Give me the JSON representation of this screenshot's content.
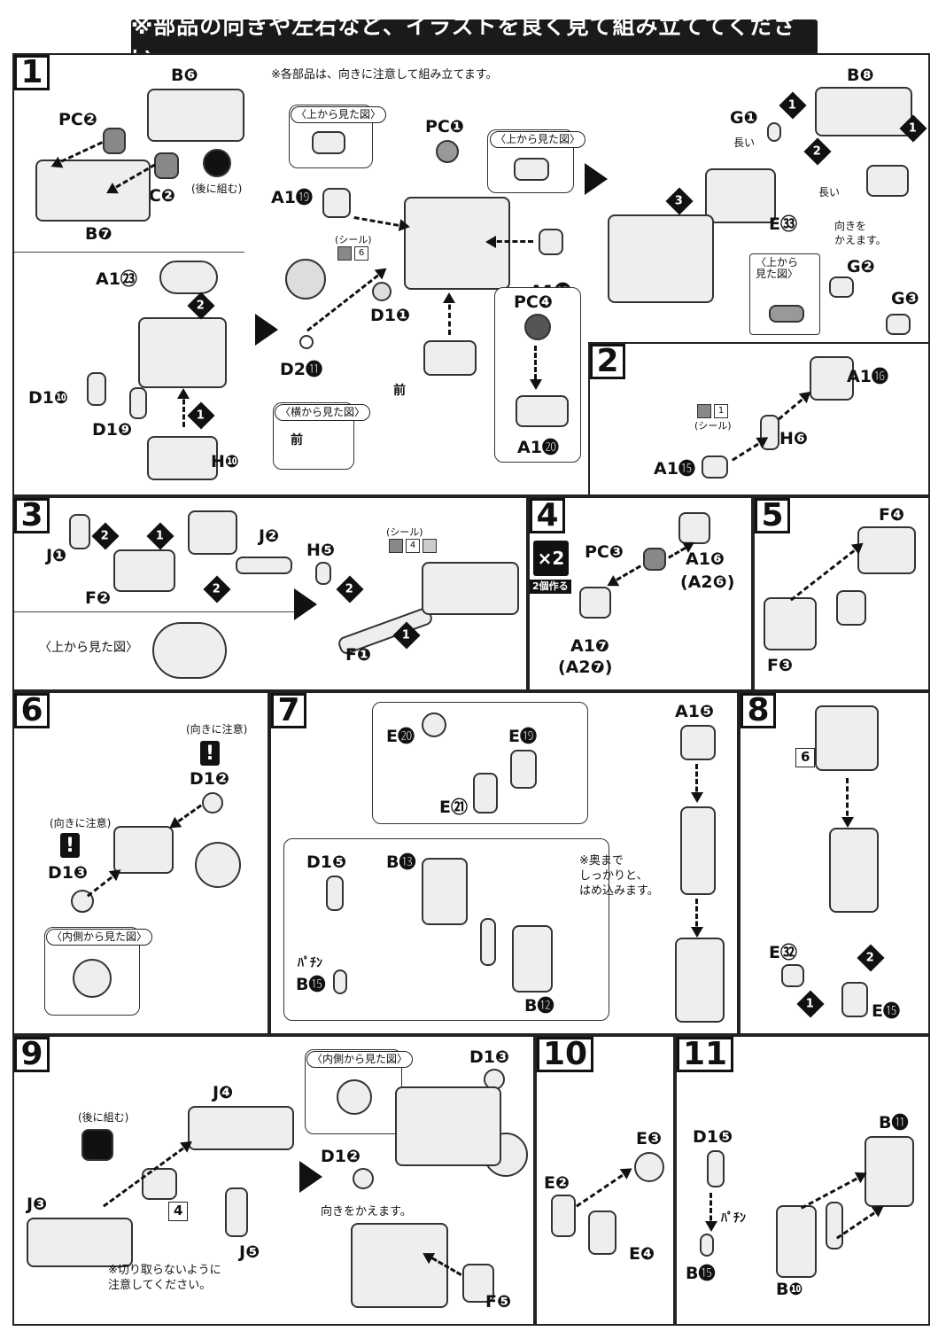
{
  "header": {
    "banner": "※部品の向きや左右など、イラストを良く見て組み立ててください。"
  },
  "step1": {
    "number": "1",
    "labels": {
      "b6": "B❻",
      "pc2a": "PC❷",
      "pc2b": "PC❷",
      "b7": "B❼",
      "later": "(後に組む)",
      "a123": "A1㉓",
      "d110": "D1❿",
      "d19": "D1❾",
      "h10": "H❿",
      "note": "※各部品は、向きに注意して組み立てます。",
      "top_view_a": "〈上から見た図〉",
      "top_view_b": "〈上から見た図〉",
      "pc1": "PC❶",
      "a119": "A1⓳",
      "seal": "(シール)",
      "seal_no": "6",
      "d11": "D1❶",
      "d211": "D2⓫",
      "a118": "A1⓲",
      "pc4": "PC❹",
      "a120": "A1⓴",
      "mae": "前",
      "side_view": "〈横から見た図〉",
      "mae2": "前",
      "b8": "B❽",
      "g1": "G❶",
      "nagai1": "長い",
      "nagai2": "長い",
      "e33": "E㉝",
      "turn": "向きを\nかえます。",
      "top_view_c": "〈上から\n見た図〉",
      "g2": "G❷",
      "g3": "G❸"
    }
  },
  "step2": {
    "number": "2",
    "labels": {
      "a116": "A1⓰",
      "seal": "(シール)",
      "seal_no": "1",
      "h6": "H❻",
      "a115": "A1⓯"
    }
  },
  "step3": {
    "number": "3",
    "labels": {
      "j1": "J❶",
      "j2": "J❷",
      "f2": "F❷",
      "top_view": "〈上から見た図〉",
      "h5": "H❺",
      "seal": "(シール)",
      "seal_no": "4",
      "f1": "F❶"
    }
  },
  "step4": {
    "number": "4",
    "x2": "×2",
    "make2": "2個作る",
    "labels": {
      "pc3": "PC❸",
      "a16": "A1❻",
      "a26": "(A2❻)",
      "a17": "A1❼",
      "a27": "(A2❼)"
    }
  },
  "step5": {
    "number": "5",
    "labels": {
      "f4": "F❹",
      "f3": "F❸"
    }
  },
  "step6": {
    "number": "6",
    "labels": {
      "caution1": "(向きに注意)",
      "d12": "D1❷",
      "caution2": "(向きに注意)",
      "d13": "D1❸",
      "inside_view": "〈内側から見た図〉"
    }
  },
  "step7": {
    "number": "7",
    "labels": {
      "e20": "E⓴",
      "e19": "E⓳",
      "e21": "E㉑",
      "a15": "A1❺",
      "d15": "D1❺",
      "b13": "B⓭",
      "note": "※奥まで\nしっかりと、\nはめ込みます。",
      "pachin": "ﾊﾟﾁﾝ",
      "b15": "B⓯",
      "b12": "B⓬"
    }
  },
  "step8": {
    "number": "8",
    "labels": {
      "ref6": "6",
      "e32": "E㉜",
      "e15": "E⓯"
    }
  },
  "step9": {
    "number": "9",
    "labels": {
      "later": "(後に組む)",
      "j4": "J❹",
      "j3": "J❸",
      "ref4": "4",
      "j5": "J❺",
      "caution": "※切り取らないように\n注意してください。",
      "inside_view": "〈内側から見た図〉",
      "d13": "D1❸",
      "d12": "D1❷",
      "turn": "向きをかえます。",
      "f5": "F❺"
    }
  },
  "step10": {
    "number": "10",
    "labels": {
      "e3": "E❸",
      "e2": "E❷",
      "e4": "E❹"
    }
  },
  "step11": {
    "number": "11",
    "labels": {
      "d15": "D1❺",
      "b11": "B⓫",
      "pachin": "ﾊﾟﾁﾝ",
      "b15": "B⓯",
      "b10": "B❿"
    }
  },
  "badges": [
    "1",
    "2"
  ]
}
